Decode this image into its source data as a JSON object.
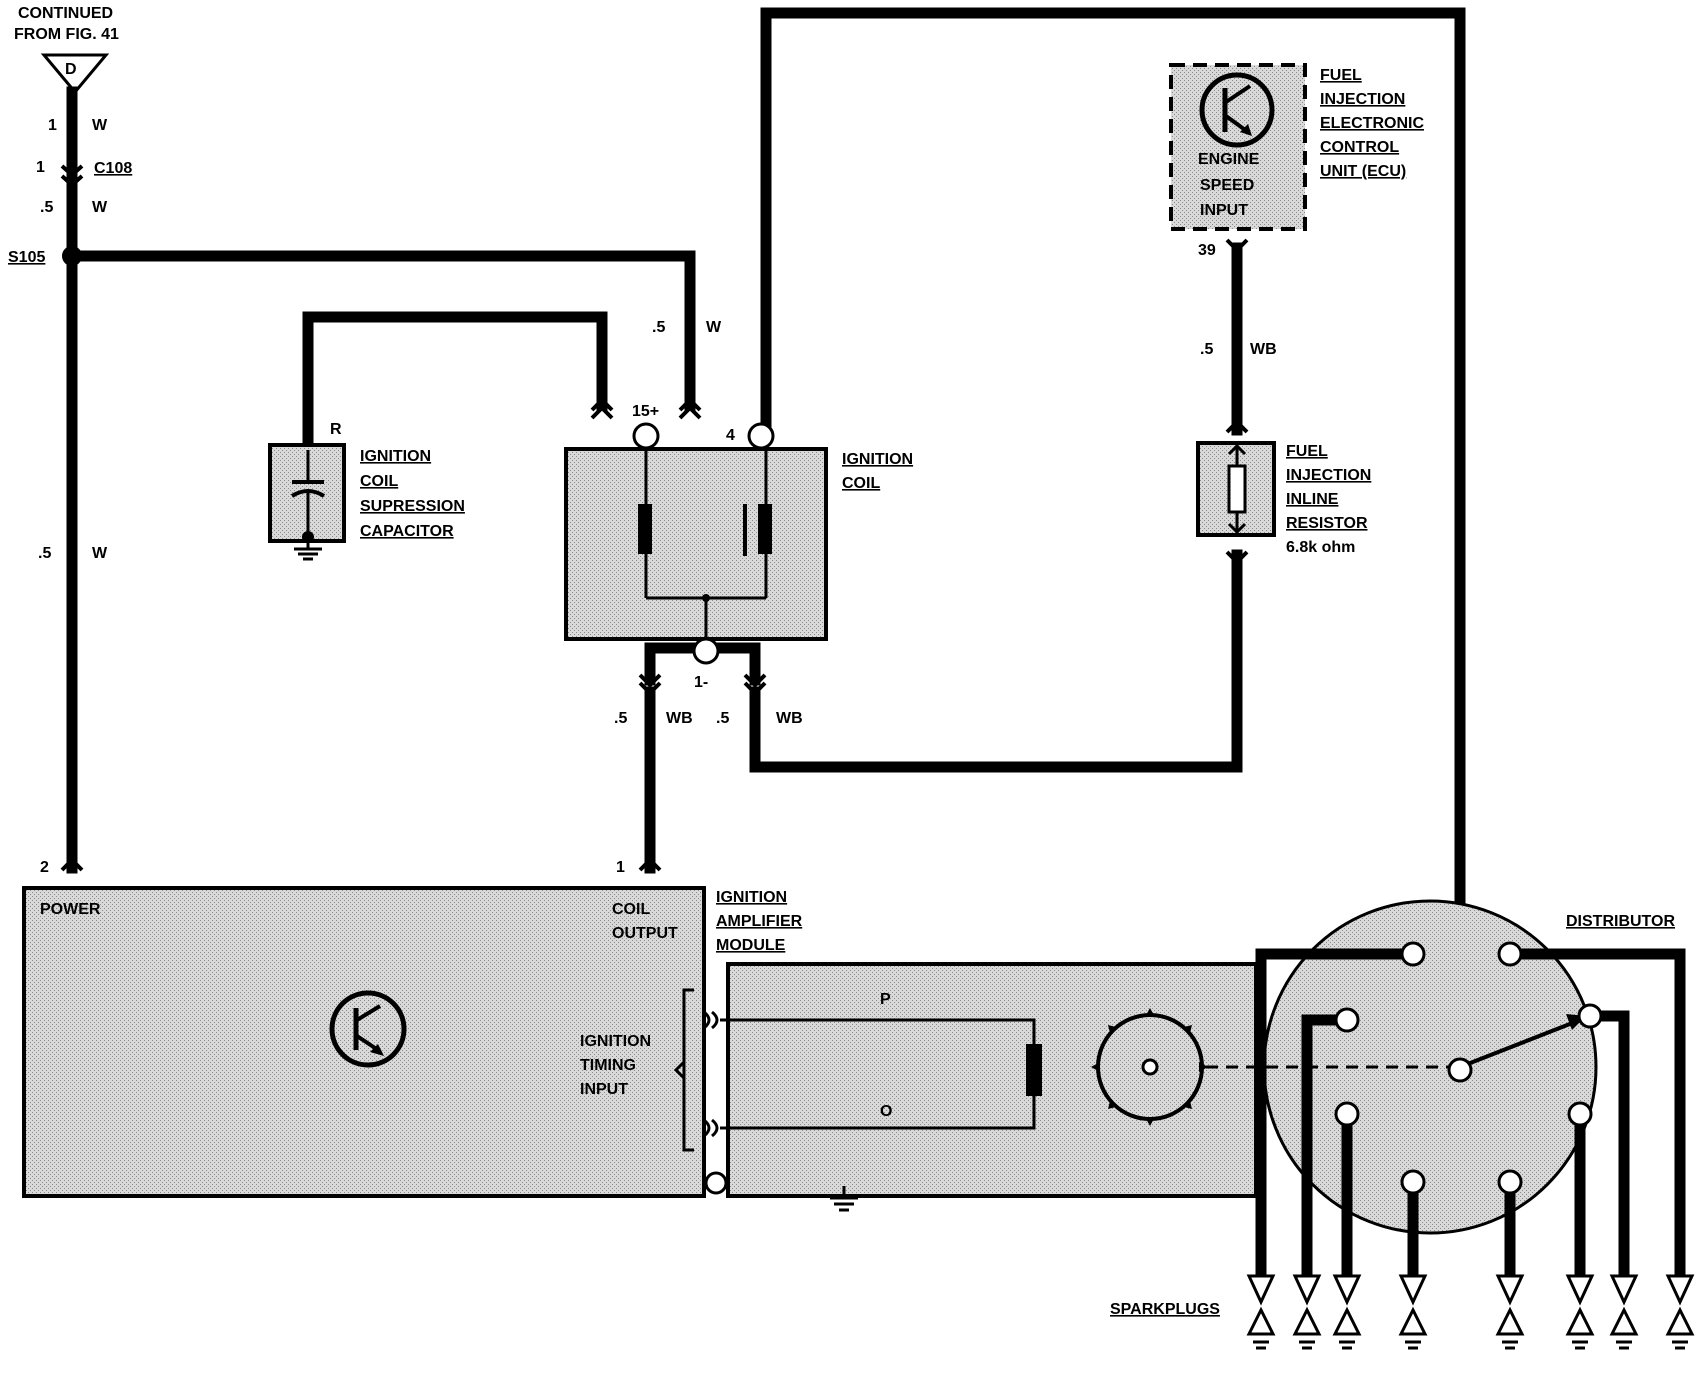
{
  "header": {
    "continued_line1": "CONTINUED",
    "continued_line2": "FROM FIG. 41",
    "connector_letter": "D"
  },
  "wire_labels": {
    "w1_pin": "1",
    "w1_color": "W",
    "c108_pin": "1",
    "c108_name": "C108",
    "w2_gauge": ".5",
    "w2_color": "W",
    "splice": "S105",
    "w3_gauge": ".5",
    "w3_color": "W",
    "w4_gauge": ".5",
    "w4_color": "W",
    "w5_gauge": ".5",
    "w5_color": "WB",
    "w6_gauge": ".5",
    "w6_color": "WB",
    "w7_gauge": ".5",
    "w7_color": "WB",
    "cap_wire": "R",
    "pin_15": "15+",
    "pin_4": "4",
    "pin_1minus": "1-",
    "pin_39": "39",
    "pin_2": "2",
    "pin_1": "1"
  },
  "components": {
    "capacitor": [
      "IGNITION",
      "COIL",
      "SUPRESSION",
      "CAPACITOR"
    ],
    "coil": [
      "IGNITION",
      "COIL"
    ],
    "ecu": [
      "FUEL",
      "INJECTION",
      "ELECTRONIC",
      "CONTROL",
      "UNIT (ECU)"
    ],
    "ecu_inner": [
      "ENGINE",
      "SPEED",
      "INPUT"
    ],
    "resistor": [
      "FUEL",
      "INJECTION",
      "INLINE",
      "RESISTOR"
    ],
    "resistor_value": "6.8k ohm",
    "amplifier": [
      "IGNITION",
      "AMPLIFIER",
      "MODULE"
    ],
    "amp_power": "POWER",
    "amp_coil_output": [
      "COIL",
      "OUTPUT"
    ],
    "amp_timing_input": [
      "IGNITION",
      "TIMING",
      "INPUT"
    ],
    "pickup_p": "P",
    "pickup_o": "O",
    "distributor": "DISTRIBUTOR",
    "sparkplugs": "SPARKPLUGS"
  }
}
